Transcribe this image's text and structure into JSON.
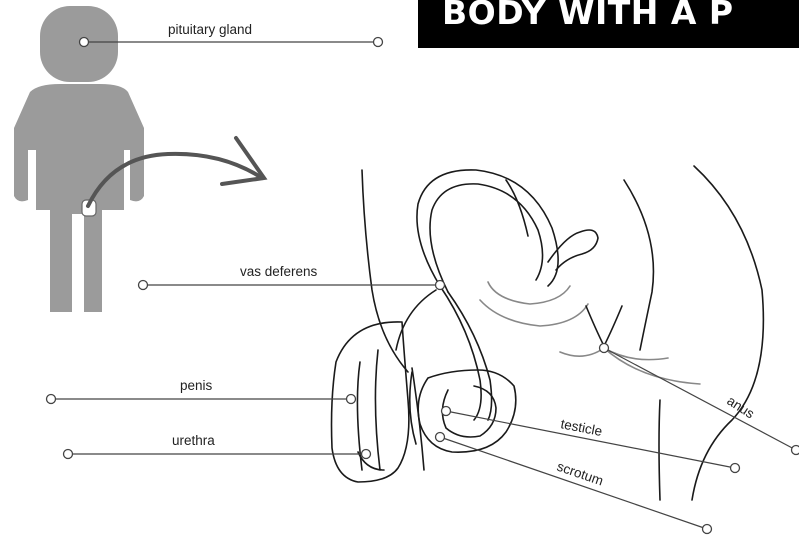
{
  "banner": {
    "title": "BODY WITH A P"
  },
  "colors": {
    "silhouette": "#9b9b9b",
    "arrow": "#555555",
    "outline": "#1a1a1a",
    "label_line": "#444444",
    "banner_bg": "#000000",
    "banner_text": "#ffffff"
  },
  "icons": {
    "body_silhouette": "person-figure-icon",
    "arrow": "curved-arrow-icon"
  },
  "labels": {
    "pituitary_gland": "pituitary gland",
    "vas_deferens": "vas deferens",
    "penis": "penis",
    "urethra": "urethra",
    "testicle": "testicle",
    "scrotum": "scrotum",
    "anus": "anus"
  }
}
